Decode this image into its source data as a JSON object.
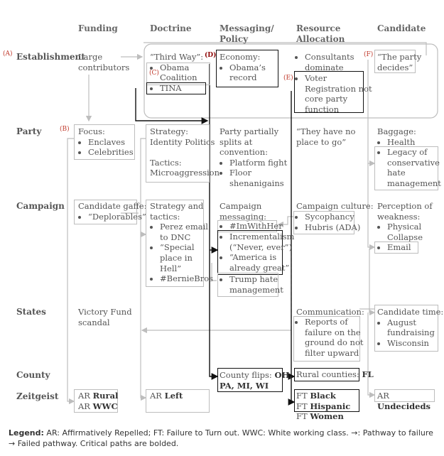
{
  "columns": {
    "funding": "Funding",
    "doctrine": "Doctrine",
    "messaging": [
      "Messaging/",
      "Policy"
    ],
    "resource": [
      "Resource",
      "Allocation"
    ],
    "candidate": "Candidate"
  },
  "rows": {
    "establishment": "Establishment",
    "party": "Party",
    "campaign": "Campaign",
    "states": "States",
    "county": "County",
    "zeitgeist": "Zeitgeist"
  },
  "markers": {
    "a": "(A)",
    "b": "(B)",
    "c": "(C)",
    "d": "(D)",
    "e": "(E)",
    "f": "(F)"
  },
  "establishment": {
    "funding": [
      "Large",
      "contributors"
    ],
    "doctrine_title": "“Third Way”:",
    "doctrine_items": [
      "Obama",
      "Coalition"
    ],
    "doctrine_tina": "TINA",
    "messaging_title": "Economy:",
    "messaging_items": [
      "Obama’s",
      "record"
    ],
    "resource_item1": [
      "Consultants",
      "dominate"
    ],
    "resource_item2": [
      "Voter",
      "Registration not",
      "core party",
      "function"
    ],
    "candidate": [
      "“The party",
      "decides”"
    ]
  },
  "party": {
    "funding_title": "Focus:",
    "funding_items": [
      "Enclaves",
      "Celebrities"
    ],
    "doctrine": [
      "Strategy:",
      "Identity Politics",
      "",
      "Tactics:",
      "Microaggression"
    ],
    "messaging_title": [
      "Party partially",
      "splits at",
      "convention:"
    ],
    "messaging_items": [
      [
        "Platform fight"
      ],
      [
        "Floor",
        "shenanigains"
      ]
    ],
    "resource": [
      "“They have no",
      "place to go”"
    ],
    "candidate_title": "Baggage:",
    "candidate_health": "Health",
    "candidate_legacy": [
      "Legacy of",
      "conservative",
      "hate",
      "management"
    ]
  },
  "campaign": {
    "funding_title": "Candidate gaffe:",
    "funding_items": [
      "“Deplorables”"
    ],
    "doctrine_title": [
      "Strategy and",
      "tactics:"
    ],
    "doctrine_items": [
      [
        "Perez email",
        "to DNC"
      ],
      [
        "“Special",
        "place in",
        "Hell”"
      ],
      [
        "#BernieBros"
      ]
    ],
    "messaging_title": [
      "Campaign",
      "messaging:"
    ],
    "messaging_item1": "#ImWithHer",
    "messaging_item2": [
      "Incrementalism",
      "(“Never, ever”)"
    ],
    "messaging_item3": [
      "“America is",
      "already great”"
    ],
    "messaging_item4": [
      "Trump hate",
      "management"
    ],
    "resource_title": "Campaign culture:",
    "resource_items": [
      "Sycophancy",
      "Hubris (ADA)"
    ],
    "candidate_title": [
      "Perception of",
      "weakness:"
    ],
    "candidate_physical": [
      "Physical",
      "Collapse"
    ],
    "candidate_email": "Email"
  },
  "states": {
    "funding": [
      "Victory Fund",
      "scandal"
    ],
    "resource_title": "Communication:",
    "resource_items": [
      "Reports of",
      "failure on the",
      "ground do not",
      "filter upward"
    ],
    "candidate_title": "Candidate time:",
    "candidate_items": [
      [
        "August",
        "fundraising"
      ],
      [
        "Wisconsin"
      ]
    ]
  },
  "county": {
    "messaging_label": "County flips: ",
    "messaging_bold1": "OH,",
    "messaging_bold2": "PA, MI, WI",
    "resource_label": "Rural counties: ",
    "resource_bold": "FL"
  },
  "zeitgeist": {
    "funding_prefix": "AR ",
    "funding_bold1": "Rural",
    "funding_bold2": "WWC",
    "doctrine_prefix": "AR ",
    "doctrine_bold": "Left",
    "resource_prefix": "FT ",
    "resource_bold": [
      "Black",
      "Hispanic",
      "Women"
    ],
    "candidate_prefix": "AR ",
    "candidate_bold": "Undecideds"
  },
  "legend": {
    "label": "Legend:",
    "text": " AR: Affirmatively Repelled; FT: Failure to Turn out. WWC: White working class. →: Pathway to failure → Failed pathway. Critical paths are bolded."
  },
  "colors": {
    "pathway": "#bdbdbd",
    "critical": "#111111",
    "marker": "#c0392b"
  }
}
